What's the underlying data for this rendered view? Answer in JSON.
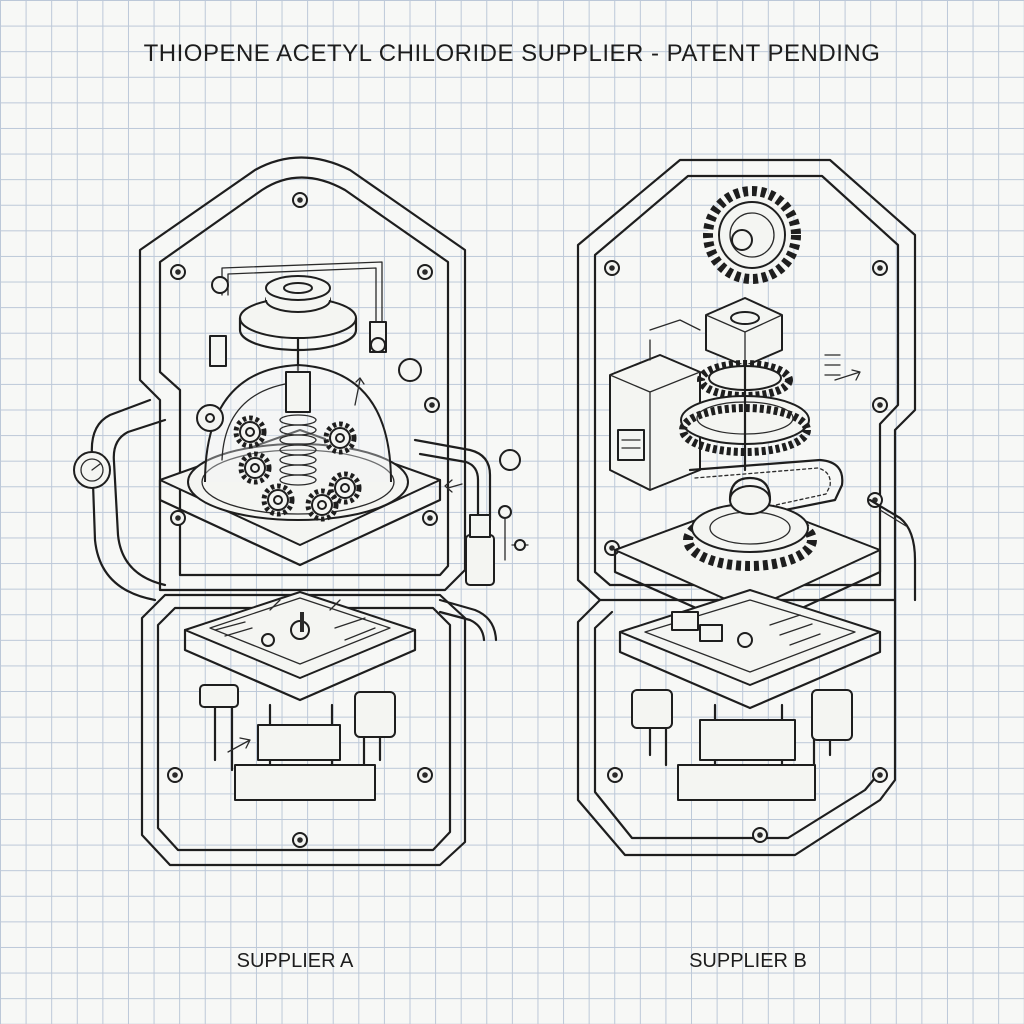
{
  "title": "THIOPENE ACETYL CHILORIDE SUPPLIER - PATENT PENDING",
  "units": [
    {
      "caption": "SUPPLIER A"
    },
    {
      "caption": "SUPPLIER B"
    }
  ],
  "colors": {
    "paper": "#f7f8f6",
    "grid": "#bcc8d8",
    "ink": "#1e1e1e"
  }
}
